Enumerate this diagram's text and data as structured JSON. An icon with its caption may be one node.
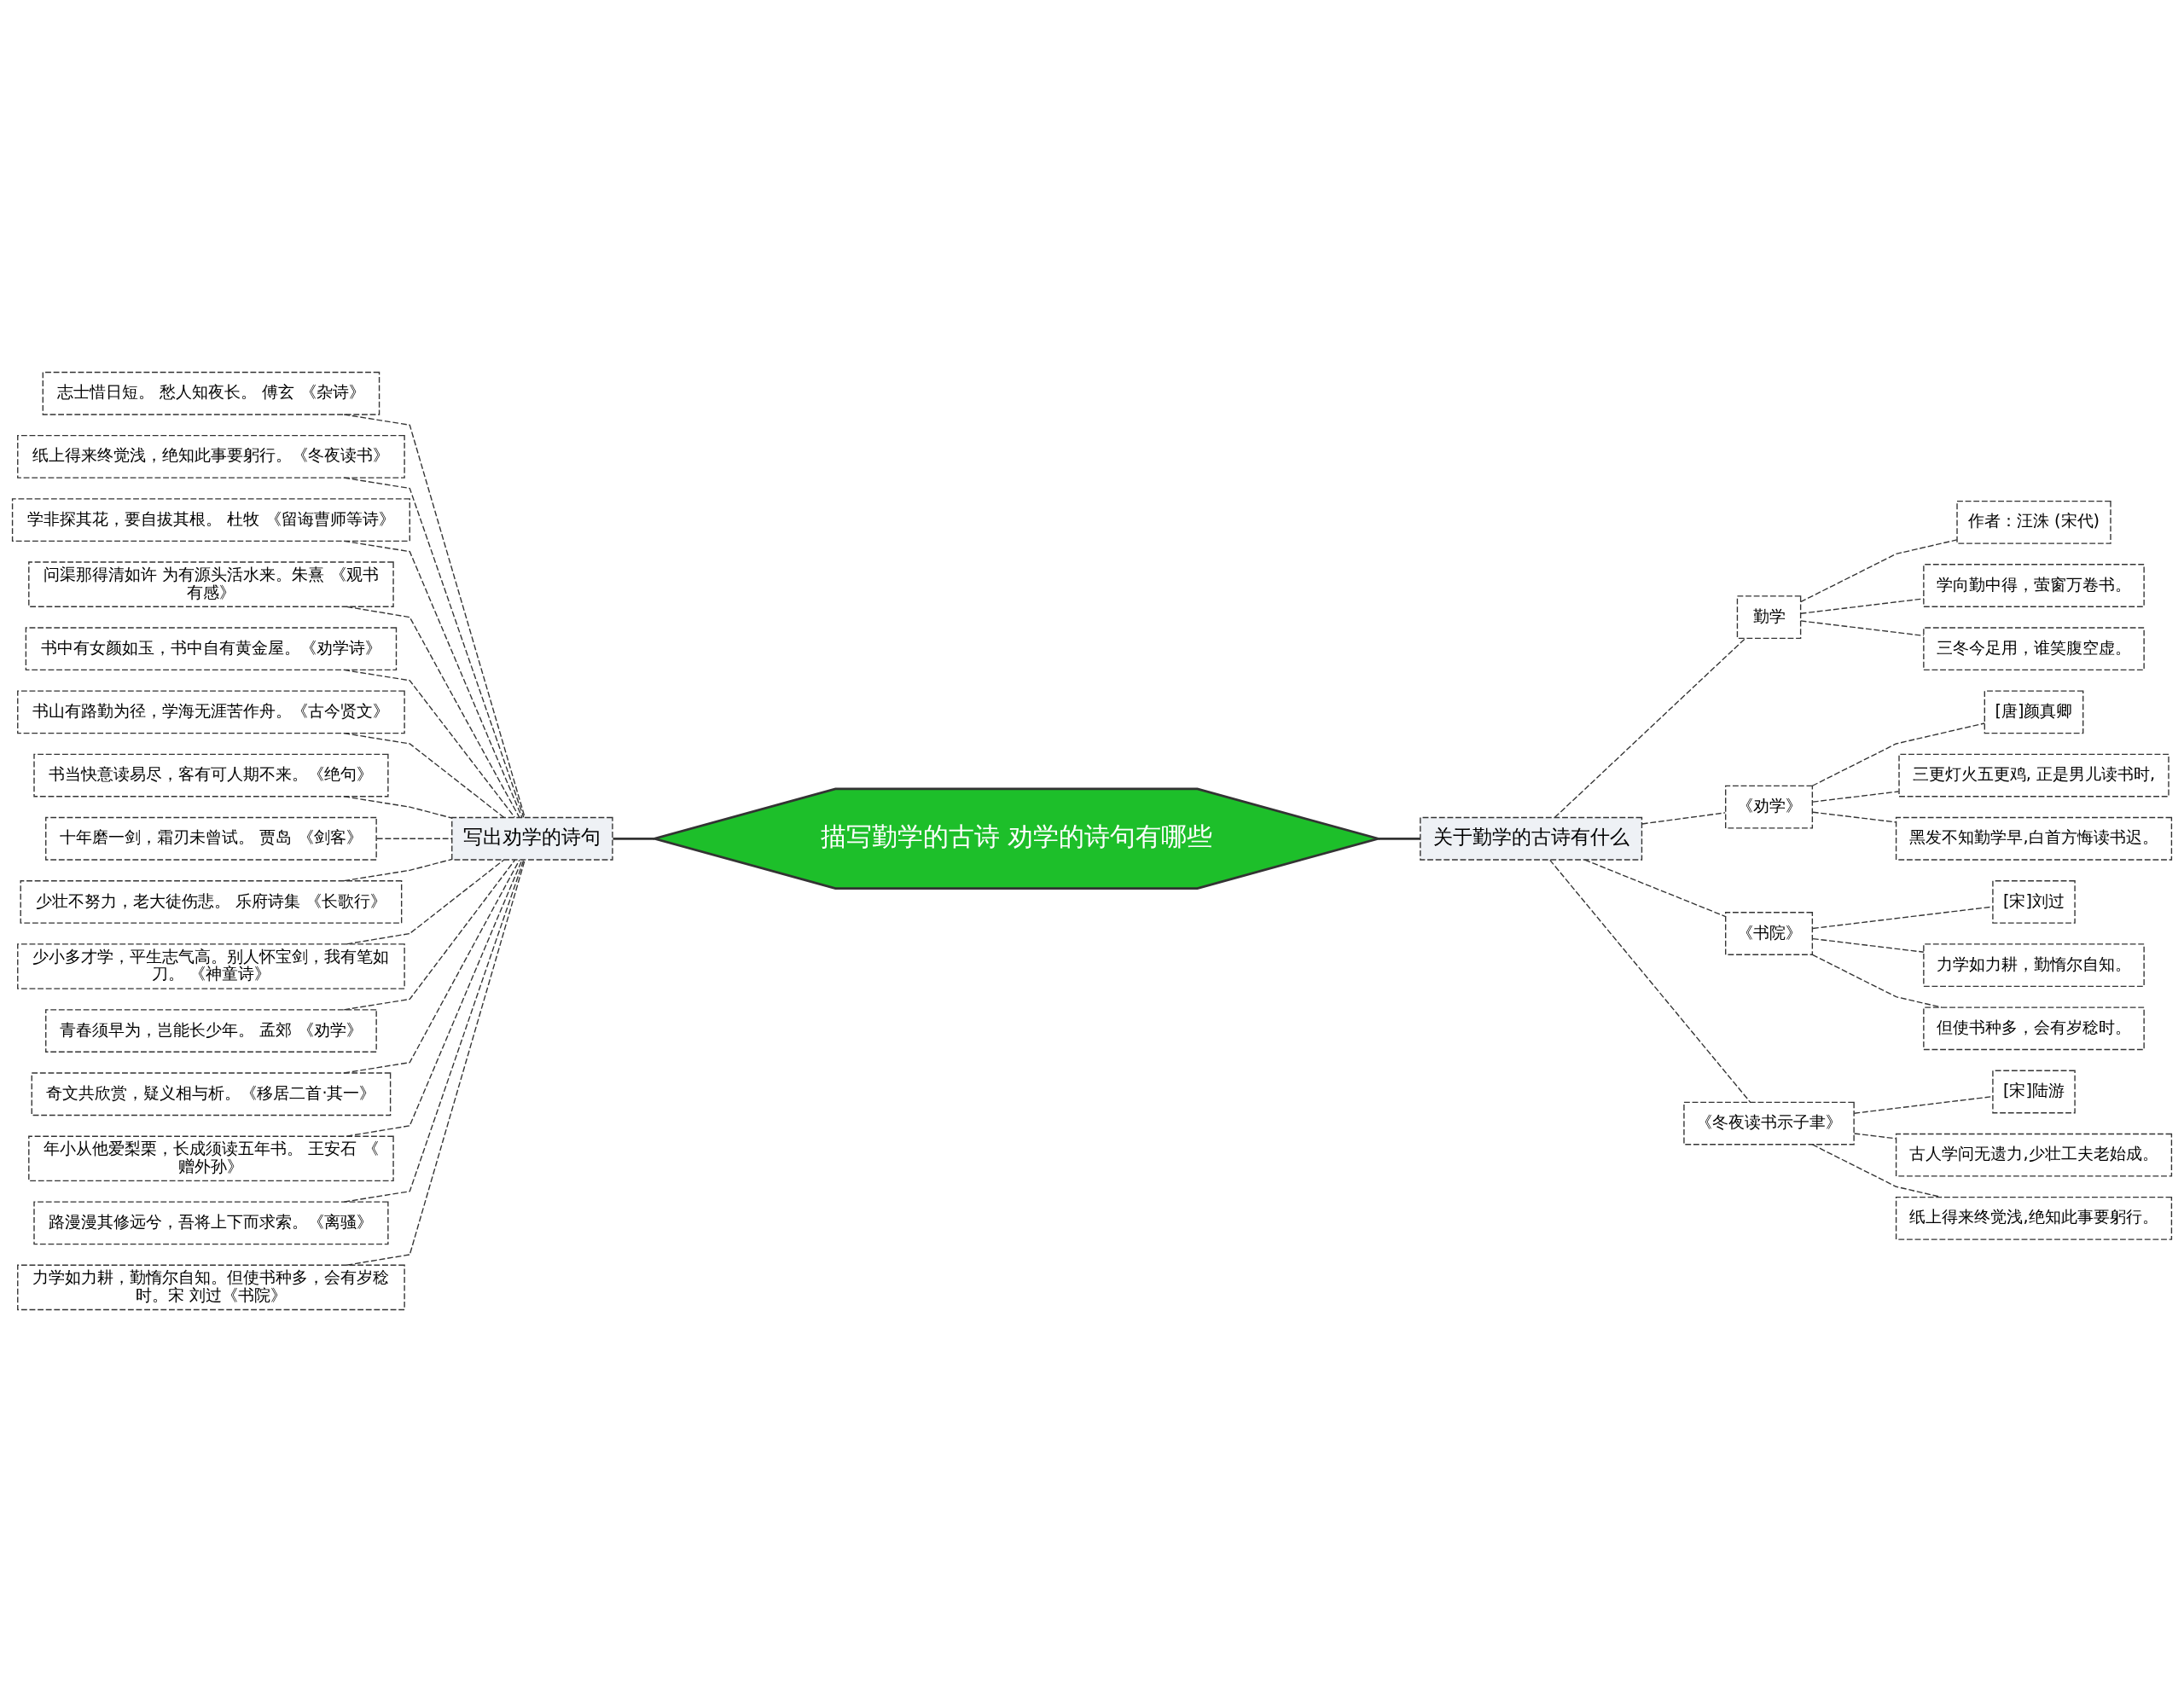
{
  "diagram": {
    "nodes": [
      {
        "text": [
          "描写勤学的古诗 劝学的诗句有哪些"
        ]
      },
      {
        "text": [
          "写出劝学的诗句"
        ]
      },
      {
        "text": [
          "志士惜日短。 愁人知夜长。 傅玄 《杂诗》"
        ]
      },
      {
        "text": [
          "纸上得来终觉浅，绝知此事要躬行。《冬夜读书》"
        ]
      },
      {
        "text": [
          "学非探其花，要自拔其根。 杜牧 《留诲曹师等诗》"
        ]
      },
      {
        "text": [
          "问渠那得清如许 为有源头活水来。朱熹 《观书有感》"
        ]
      },
      {
        "text": [
          "书中有女颜如玉，书中自有黄金屋。《劝学诗》"
        ]
      },
      {
        "text": [
          "书山有路勤为径，学海无涯苦作舟。《古今贤文》"
        ]
      },
      {
        "text": [
          "书当快意读易尽，客有可人期不来。《绝句》"
        ]
      },
      {
        "text": [
          "十年磨一剑，霜刃未曾试。 贾岛 《剑客》"
        ]
      },
      {
        "text": [
          "少壮不努力，老大徒伤悲。 乐府诗集 《长歌行》"
        ]
      },
      {
        "text": [
          "少小多才学，平生志气高。别人怀宝剑，我有笔如刀。 《神童诗》"
        ]
      },
      {
        "text": [
          "青春须早为，岂能长少年。 孟郊 《劝学》"
        ]
      },
      {
        "text": [
          "奇文共欣赏，疑义相与析。《移居二首·其一》"
        ]
      },
      {
        "text": [
          "年小从他爱梨栗，长成须读五年书。 王安石 《赠外孙》"
        ]
      },
      {
        "text": [
          "路漫漫其修远兮，吾将上下而求索。《离骚》"
        ]
      },
      {
        "text": [
          "力学如力耕，勤惰尔自知。但使书种多，会有岁稔时。宋 刘过《书院》"
        ]
      },
      {
        "text": [
          "关于勤学的古诗有什么"
        ]
      },
      {
        "text": [
          "勤学"
        ]
      },
      {
        "text": [
          "作者：汪洙 (宋代)"
        ]
      },
      {
        "text": [
          "学向勤中得，萤窗万卷书。"
        ]
      },
      {
        "text": [
          "三冬今足用，谁笑腹空虚。"
        ]
      },
      {
        "text": [
          "《劝学》"
        ]
      },
      {
        "text": [
          "[唐]颜真卿"
        ]
      },
      {
        "text": [
          "三更灯火五更鸡, 正是男儿读书时,"
        ]
      },
      {
        "text": [
          "黑发不知勤学早,白首方悔读书迟。"
        ]
      },
      {
        "text": [
          "《书院》"
        ]
      },
      {
        "text": [
          "[宋]刘过"
        ]
      },
      {
        "text": [
          "力学如力耕，勤惰尔自知。"
        ]
      },
      {
        "text": [
          "但使书种多，会有岁稔时。"
        ]
      },
      {
        "text": [
          "《冬夜读书示子聿》"
        ]
      },
      {
        "text": [
          "[宋]陆游"
        ]
      },
      {
        "text": [
          "古人学问无遗力,少壮工夫老始成。"
        ]
      },
      {
        "text": [
          "纸上得来终觉浅,绝知此事要躬行。"
        ]
      }
    ],
    "edges": [
      {
        "from": 0,
        "to": 1,
        "arrow": "none"
      },
      {
        "from": 1,
        "to": 2,
        "arrow": "none",
        "style": "dashed"
      },
      {
        "from": 1,
        "to": 3,
        "arrow": "none",
        "style": "dashed"
      },
      {
        "from": 1,
        "to": 4,
        "arrow": "none",
        "style": "dashed"
      },
      {
        "from": 1,
        "to": 5,
        "arrow": "none",
        "style": "dashed"
      },
      {
        "from": 1,
        "to": 6,
        "arrow": "none",
        "style": "dashed"
      },
      {
        "from": 1,
        "to": 7,
        "arrow": "none",
        "style": "dashed"
      },
      {
        "from": 1,
        "to": 8,
        "arrow": "none",
        "style": "dashed"
      },
      {
        "from": 1,
        "to": 9,
        "arrow": "none",
        "style": "dashed"
      },
      {
        "from": 1,
        "to": 10,
        "arrow": "none",
        "style": "dashed"
      },
      {
        "from": 1,
        "to": 11,
        "arrow": "none",
        "style": "dashed"
      },
      {
        "from": 1,
        "to": 12,
        "arrow": "none",
        "style": "dashed"
      },
      {
        "from": 1,
        "to": 13,
        "arrow": "none",
        "style": "dashed"
      },
      {
        "from": 1,
        "to": 14,
        "arrow": "none",
        "style": "dashed"
      },
      {
        "from": 1,
        "to": 15,
        "arrow": "none",
        "style": "dashed"
      },
      {
        "from": 1,
        "to": 16,
        "arrow": "none",
        "style": "dashed"
      },
      {
        "from": 0,
        "to": 17,
        "arrow": "none"
      },
      {
        "from": 17,
        "to": 18,
        "arrow": "none",
        "style": "dashed"
      },
      {
        "from": 18,
        "to": 19,
        "arrow": "none",
        "style": "dashed"
      },
      {
        "from": 18,
        "to": 20,
        "arrow": "none",
        "style": "dashed"
      },
      {
        "from": 18,
        "to": 21,
        "arrow": "none",
        "style": "dashed"
      },
      {
        "from": 17,
        "to": 22,
        "arrow": "none",
        "style": "dashed"
      },
      {
        "from": 22,
        "to": 23,
        "arrow": "none",
        "style": "dashed"
      },
      {
        "from": 22,
        "to": 24,
        "arrow": "none",
        "style": "dashed"
      },
      {
        "from": 22,
        "to": 25,
        "arrow": "none",
        "style": "dashed"
      },
      {
        "from": 17,
        "to": 26,
        "arrow": "none",
        "style": "dashed"
      },
      {
        "from": 26,
        "to": 27,
        "arrow": "none",
        "style": "dashed"
      },
      {
        "from": 26,
        "to": 28,
        "arrow": "none",
        "style": "dashed"
      },
      {
        "from": 26,
        "to": 29,
        "arrow": "none",
        "style": "dashed"
      },
      {
        "from": 17,
        "to": 30,
        "arrow": "none",
        "style": "dashed"
      },
      {
        "from": 30,
        "to": 31,
        "arrow": "none",
        "style": "dashed"
      },
      {
        "from": 30,
        "to": 32,
        "arrow": "none",
        "style": "dashed"
      },
      {
        "from": 30,
        "to": 33,
        "arrow": "none",
        "style": "dashed"
      }
    ]
  }
}
